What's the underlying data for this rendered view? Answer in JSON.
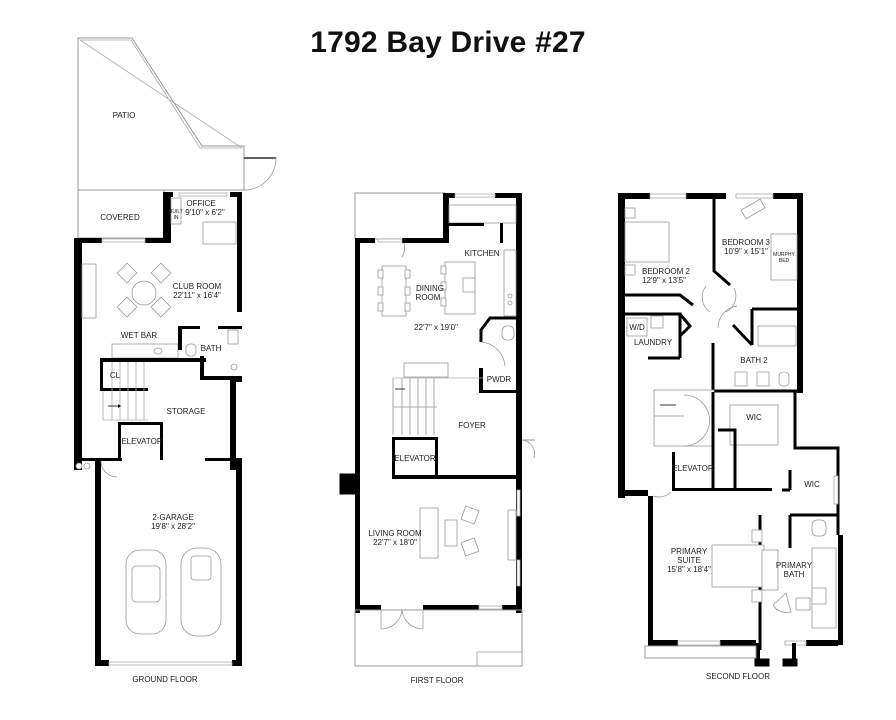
{
  "title": "1792 Bay Drive #27",
  "floors": [
    {
      "name": "GROUND FLOOR",
      "rooms": [
        {
          "name": "PATIO",
          "dims": ""
        },
        {
          "name": "COVERED",
          "dims": ""
        },
        {
          "name": "OFFICE",
          "dims": "9'10\" x 6'2\""
        },
        {
          "name": "BUILT IN",
          "dims": ""
        },
        {
          "name": "CLUB ROOM",
          "dims": "22'11\" x 16'4\""
        },
        {
          "name": "WET BAR",
          "dims": ""
        },
        {
          "name": "BATH",
          "dims": ""
        },
        {
          "name": "CL",
          "dims": ""
        },
        {
          "name": "STORAGE",
          "dims": ""
        },
        {
          "name": "ELEVATOR",
          "dims": ""
        },
        {
          "name": "2-GARAGE",
          "dims": "19'8\" x 28'2\""
        }
      ]
    },
    {
      "name": "FIRST FLOOR",
      "rooms": [
        {
          "name": "KITCHEN",
          "dims": ""
        },
        {
          "name": "DINING ROOM",
          "dims": "22'7\" x 19'0\""
        },
        {
          "name": "PWDR",
          "dims": ""
        },
        {
          "name": "FOYER",
          "dims": ""
        },
        {
          "name": "ELEVATOR",
          "dims": ""
        },
        {
          "name": "LIVING ROOM",
          "dims": "22'7\" x 18'0\""
        }
      ]
    },
    {
      "name": "SECOND FLOOR",
      "rooms": [
        {
          "name": "BEDROOM 2",
          "dims": "12'9\" x 13'5\""
        },
        {
          "name": "BEDROOM 3",
          "dims": "10'9\" x 15'1\""
        },
        {
          "name": "MURPHY BED",
          "dims": ""
        },
        {
          "name": "W/D",
          "dims": ""
        },
        {
          "name": "LAUNDRY",
          "dims": ""
        },
        {
          "name": "BATH 2",
          "dims": ""
        },
        {
          "name": "WIC",
          "dims": ""
        },
        {
          "name": "ELEVATOR",
          "dims": ""
        },
        {
          "name": "WIC",
          "dims": ""
        },
        {
          "name": "PRIMARY SUITE",
          "dims": "15'8\" x 18'4\""
        },
        {
          "name": "PRIMARY BATH",
          "dims": ""
        }
      ]
    }
  ],
  "labels": {
    "patio": "PATIO",
    "covered": "COVERED",
    "office": "OFFICE",
    "office_dims": "9'10\" x 6'2\"",
    "built": "BUILT",
    "in": "IN",
    "club_room": "CLUB ROOM",
    "club_room_dims": "22'11\" x 16'4\"",
    "wet_bar": "WET BAR",
    "bath": "BATH",
    "cl": "CL",
    "storage": "STORAGE",
    "elevator": "ELEVATOR",
    "garage": "2-GARAGE",
    "garage_dims": "19'8\" x 28'2\"",
    "ground_floor": "GROUND FLOOR",
    "kitchen": "KITCHEN",
    "dining_1": "DINING",
    "dining_2": "ROOM",
    "dining_dims": "22'7\" x 19'0\"",
    "pwdr": "PWDR",
    "foyer": "FOYER",
    "living": "LIVING ROOM",
    "living_dims": "22'7\" x 18'0\"",
    "first_floor": "FIRST FLOOR",
    "bedroom2": "BEDROOM 2",
    "bedroom2_dims": "12'9\" x 13'5\"",
    "bedroom3": "BEDROOM 3",
    "bedroom3_dims": "10'9\" x 15'1\"",
    "murphy": "MURPHY",
    "bed": "BED",
    "wd": "W/D",
    "laundry": "LAUNDRY",
    "bath2": "BATH 2",
    "wic": "WIC",
    "primary_suite_1": "PRIMARY",
    "primary_suite_2": "SUITE",
    "primary_suite_dims": "15'8\" x 18'4\"",
    "primary_bath_1": "PRIMARY",
    "primary_bath_2": "BATH",
    "second_floor": "SECOND FLOOR"
  }
}
